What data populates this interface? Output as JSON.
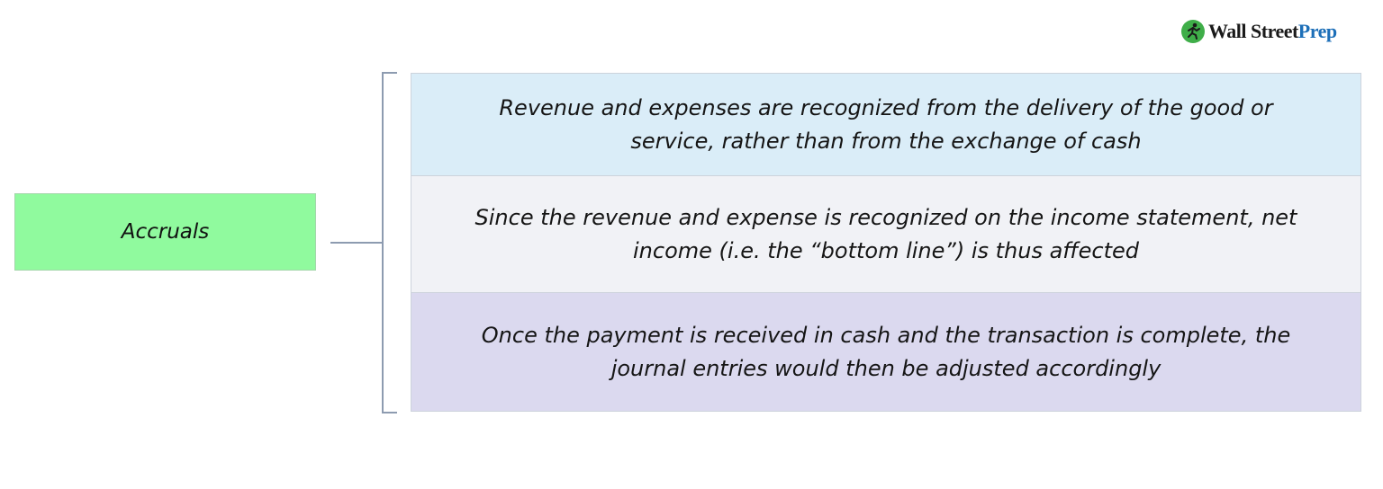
{
  "brand": {
    "logo_icon": "running-figure-icon",
    "name_part1": "Wall Street",
    "name_part2": "Prep",
    "colors": {
      "green": "#3fae49",
      "blue": "#1d6fb8",
      "dark": "#1a1a1a"
    }
  },
  "diagram": {
    "root": {
      "label": "Accruals",
      "color": "#90fa9e"
    },
    "items": [
      {
        "line1": "Revenue and expenses are recognized from the delivery of the good or",
        "line2": "service, rather than from the exchange of cash",
        "color": "#daedf8"
      },
      {
        "line1": "Since the revenue and expense is recognized on the income statement, net",
        "line2": "income (i.e. the “bottom line”) is thus affected",
        "color": "#f1f2f6"
      },
      {
        "line1": "Once the payment is received in cash and the transaction is complete, the",
        "line2": "journal entries would then be adjusted accordingly",
        "color": "#dbd9ef"
      }
    ]
  }
}
